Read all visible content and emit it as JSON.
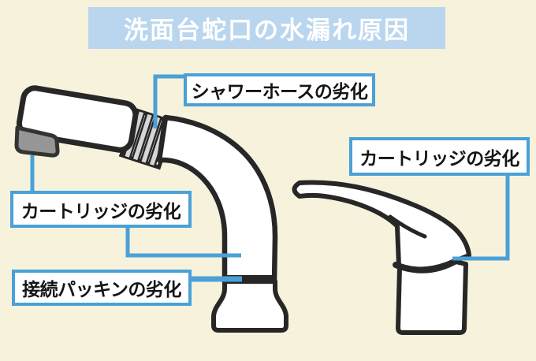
{
  "theme": {
    "page_bg": "#f7f2db",
    "accent_blue": "#4aa1d8",
    "banner_bg": "#bad6ee",
    "outline_color": "#272727",
    "spray_tip_gray": "#969696",
    "hose_rib_gray": "#d6d6d6"
  },
  "title": {
    "text": "洗面台蛇口の水漏れ原因"
  },
  "labels": {
    "shower_hose": "シャワーホースの劣化",
    "cartridge_left": "カートリッジの劣化",
    "packing": "接続パッキンの劣化",
    "cartridge_right": "カートリッジの劣化"
  },
  "diagram": {
    "left_faucet": "pull-out spray faucet with shower hose",
    "right_faucet": "single-lever faucet",
    "callouts": [
      {
        "label": "シャワーホースの劣化",
        "points_to": "ribbed shower hose joint of left faucet"
      },
      {
        "label": "カートリッジの劣化",
        "points_to": "spray head tip of left faucet"
      },
      {
        "label": "カートリッジの劣化",
        "points_to": "upper spout column of left faucet"
      },
      {
        "label": "接続パッキンの劣化",
        "points_to": "black packing band at base of left faucet"
      },
      {
        "label": "カートリッジの劣化",
        "points_to": "cartridge joint under lever of right faucet"
      }
    ]
  }
}
